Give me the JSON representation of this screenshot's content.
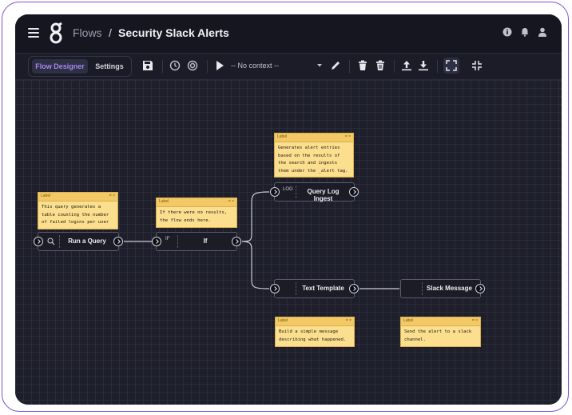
{
  "header": {
    "crumb": "Flows",
    "separator": "/",
    "title": "Security Slack Alerts"
  },
  "toolbar": {
    "tabs": [
      {
        "label": "Flow Designer",
        "active": true
      },
      {
        "label": "Settings",
        "active": false
      }
    ],
    "context_label": "-- No context --"
  },
  "nodes": {
    "run_query": {
      "title": "Run a Query",
      "icon": "search-icon"
    },
    "if": {
      "title": "If",
      "tag": "IF"
    },
    "log_ingest": {
      "title": "Query Log Ingest",
      "tag": "LOG"
    },
    "text_template": {
      "title": "Text Template"
    },
    "slack": {
      "title": "Slack Message"
    }
  },
  "notes": {
    "label": "Label",
    "controls": "= ×",
    "query": "This query generates a table counting the number of failed logins per user",
    "if": "If there were no results, the flow ends here.",
    "ingest": "Generates alert entries based on the results of the search and ingests them under the _alert tag.",
    "template": "Build a simple message describing what happened.",
    "slack": "Send the alert to a slack channel."
  },
  "colors": {
    "accent": "#a587f0",
    "note_bg": "#fbde8e",
    "canvas_bg": "#1e1f2b",
    "frame_border": "#7c4fd6"
  }
}
